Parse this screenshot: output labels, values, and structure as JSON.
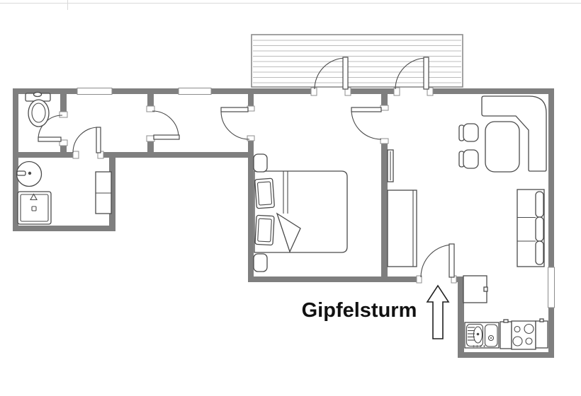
{
  "labels": {
    "title": "Gipfelsturm"
  },
  "colors": {
    "background": "#ffffff",
    "wall": "#7f7f7f",
    "outline": "#4a4a4a",
    "frame": "#8c8c8c",
    "hatch": "#bcbcbc",
    "label": "#111111",
    "arrow": "#1f1f1f",
    "artifact": "#d9d9d9"
  },
  "elements": [
    "balcony-deck",
    "balcony-door",
    "window",
    "toilet",
    "washbasin",
    "shower",
    "bathroom-cabinet",
    "interior-door",
    "bed",
    "pillow",
    "nightstand",
    "duvet-fold",
    "radiator",
    "wardrobe",
    "corner-bench",
    "dining-table",
    "dining-chair",
    "sofa",
    "fridge",
    "kitchen-sink",
    "stove",
    "kitchen-counter",
    "entrance-door",
    "entrance-arrow"
  ]
}
